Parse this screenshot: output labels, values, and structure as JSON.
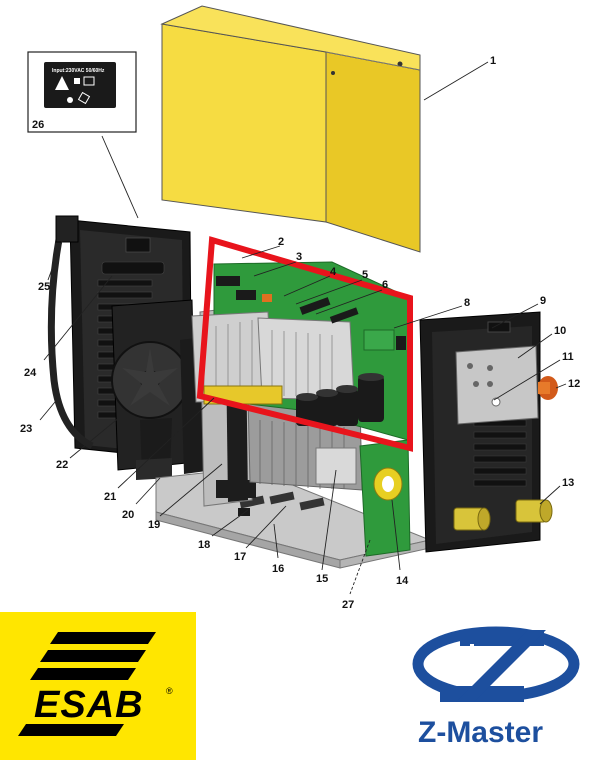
{
  "callouts": [
    "1",
    "2",
    "3",
    "4",
    "5",
    "6",
    "8",
    "9",
    "10",
    "11",
    "12",
    "13",
    "14",
    "15",
    "16",
    "17",
    "18",
    "19",
    "20",
    "21",
    "22",
    "23",
    "24",
    "25",
    "26",
    "27"
  ],
  "warning_label": {
    "text": "Input:230VAC 50/60Hz"
  },
  "brand_left": {
    "name": "ESAB",
    "mark": "®",
    "color": "#ffe600"
  },
  "brand_right": {
    "name": "Z-Master",
    "color": "#1d4f9e"
  },
  "colors": {
    "cover": "#f3d63a",
    "pcb": "#2f9a3c",
    "highlight": "#e8141c",
    "frame": "#1a1a1a"
  }
}
